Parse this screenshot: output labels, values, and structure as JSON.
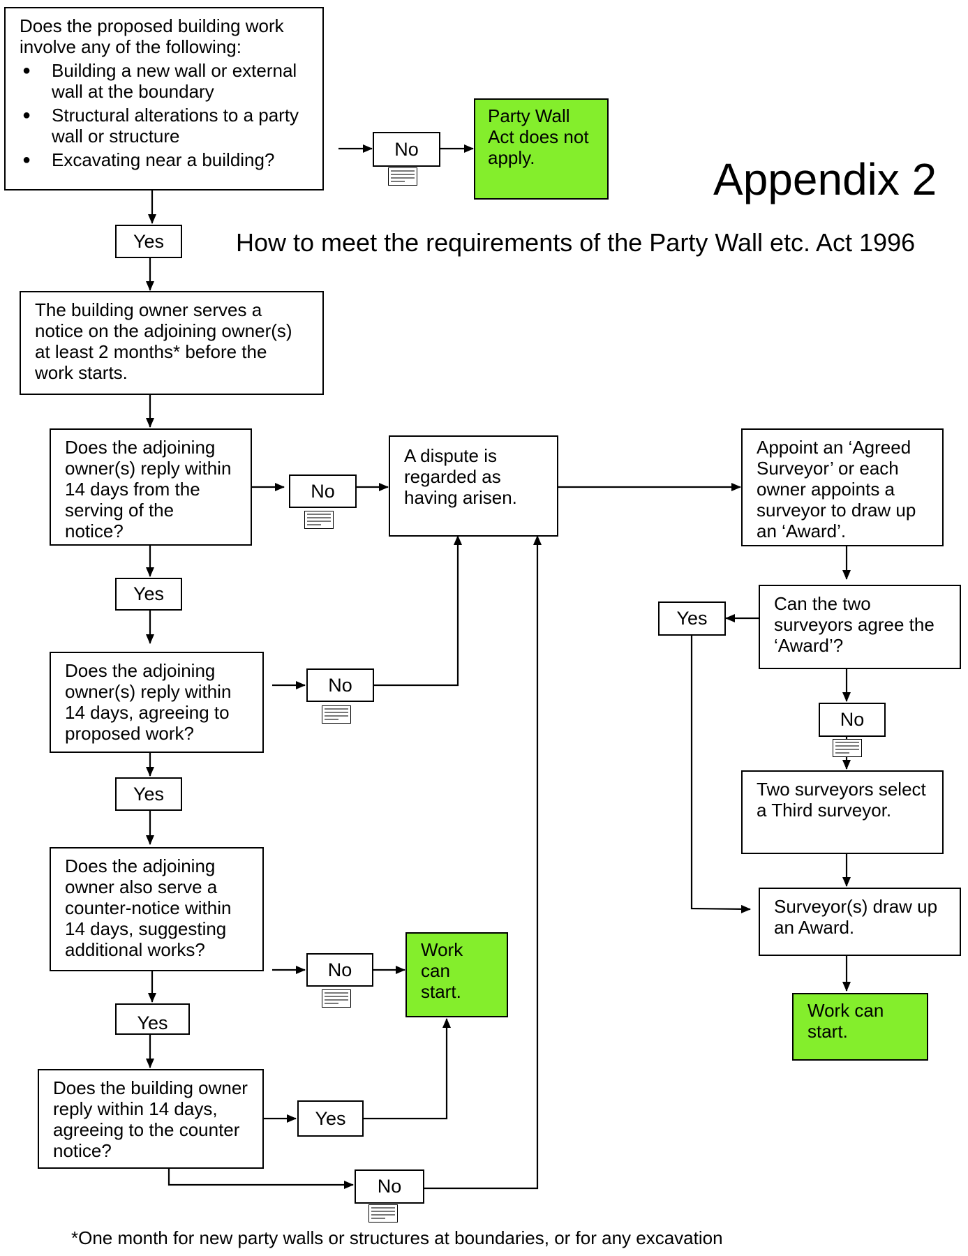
{
  "title": "Appendix 2",
  "subtitle": "How to meet the requirements of the Party Wall etc. Act 1996",
  "footnote": "*One month for new party walls or structures at boundaries, or for any excavation",
  "colors": {
    "terminal_fill": "#84ee2c",
    "line": "#000000"
  },
  "nodes": {
    "q_work": {
      "intro": "Does the proposed building work involve any of the following:",
      "bullets": [
        "Building a new wall or external wall at the boundary",
        "Structural alterations to a party wall or structure",
        "Excavating near a building?"
      ]
    },
    "not_apply": "Party Wall Act does not apply.",
    "serve_notice": "The building owner serves a notice on the adjoining owner(s) at least 2 months* before the work starts.",
    "q_reply": "Does the adjoining owner(s) reply within 14 days from the serving of the notice?",
    "dispute": "A dispute is regarded as having arisen.",
    "appoint": "Appoint an ‘Agreed Surveyor’ or each owner appoints a surveyor to draw up an ‘Award’.",
    "q_agree_work": "Does the adjoining owner(s) reply within 14 days, agreeing to proposed work?",
    "q_surveyors_agree": "Can the two surveyors agree the ‘Award’?",
    "third_surveyor": "Two surveyors select a Third surveyor.",
    "q_counter": "Does the adjoining owner also serve a counter-notice within 14 days, suggesting additional works?",
    "work_start_mid": "Work can start.",
    "draw_award": "Surveyor(s) draw up an Award.",
    "work_start_right": "Work can start.",
    "q_owner_reply": "Does the building owner reply within 14 days, agreeing to the counter notice?"
  },
  "labels": {
    "no_top": "No",
    "yes_1": "Yes",
    "no_reply": "No",
    "yes_2": "Yes",
    "no_agree": "No",
    "yes_3": "Yes",
    "no_counter": "No",
    "yes_4": "Yes",
    "yes_owner": "Yes",
    "no_owner": "No",
    "yes_surveyors": "Yes",
    "no_surveyors": "No"
  }
}
